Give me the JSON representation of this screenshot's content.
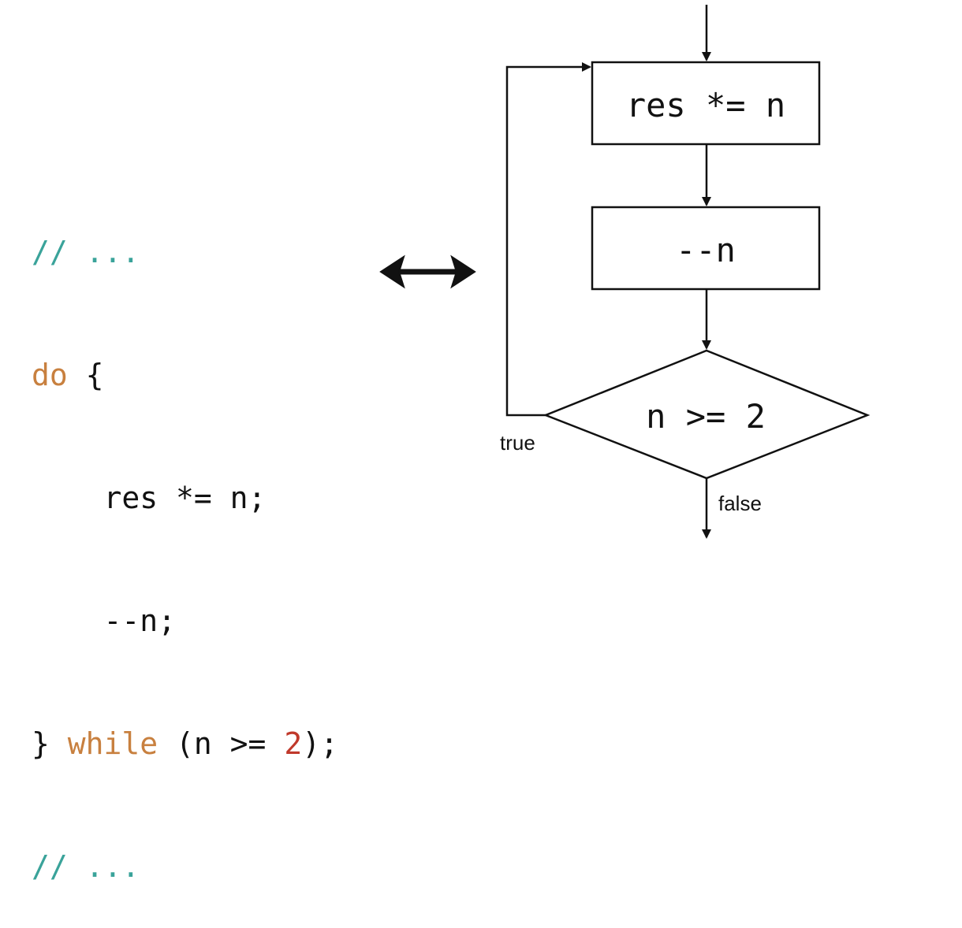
{
  "code": {
    "lines": [
      [
        {
          "t": "// ...",
          "k": "comment"
        }
      ],
      [
        {
          "t": "do",
          "k": "keyword"
        },
        {
          "t": " {",
          "k": "plain"
        }
      ],
      [
        {
          "t": "    res *= n;",
          "k": "plain"
        }
      ],
      [
        {
          "t": "    --n;",
          "k": "plain"
        }
      ],
      [
        {
          "t": "} ",
          "k": "plain"
        },
        {
          "t": "while",
          "k": "keyword"
        },
        {
          "t": " (n >= ",
          "k": "plain"
        },
        {
          "t": "2",
          "k": "number"
        },
        {
          "t": ");",
          "k": "plain"
        }
      ],
      [
        {
          "t": "// ...",
          "k": "comment"
        }
      ]
    ]
  },
  "flowchart": {
    "box1": "res *= n",
    "box2": "--n",
    "condition": "n >= 2",
    "true_label": "true",
    "false_label": "false"
  },
  "colors": {
    "comment": "#3aa39a",
    "keyword": "#c8803f",
    "number": "#c0392b",
    "stroke": "#111111"
  }
}
